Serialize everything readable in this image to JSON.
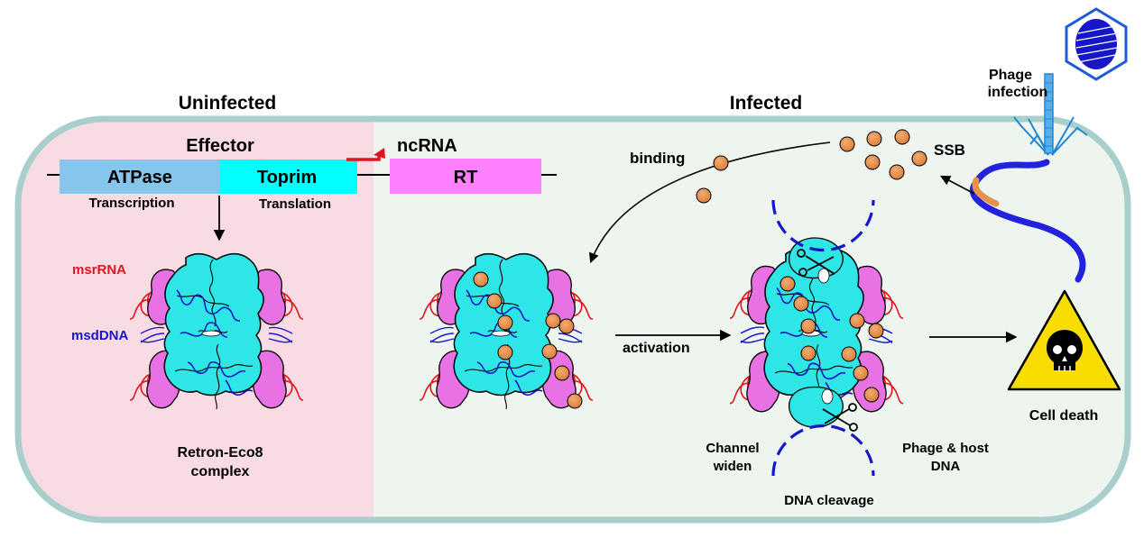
{
  "sections": {
    "uninfected": "Uninfected",
    "infected": "Infected"
  },
  "gene_map": {
    "effector": "Effector",
    "atpase": "ATPase",
    "toprim": "Toprim",
    "transcription": "Transcription",
    "translation": "Translation",
    "ncrna": "ncRNA",
    "rt": "RT"
  },
  "labels": {
    "msrrna": "msrRNA",
    "msddna": "msdDNA",
    "complex_line1": "Retron-Eco8",
    "complex_line2": "complex",
    "binding": "binding",
    "ssb": "SSB",
    "phage_line1": "Phage",
    "phage_line2": "infection",
    "activation": "activation",
    "channel_line1": "Channel",
    "channel_line2": "widen",
    "phagehost_line1": "Phage & host",
    "phagehost_line2": "DNA",
    "dna_cleavage": "DNA cleavage",
    "cell_death": "Cell death"
  },
  "colors": {
    "uninfected_bg": "#f9dbe3",
    "infected_bg": "#eef5ef",
    "cell_border": "#a9cfcc",
    "atpase": "#86c6ec",
    "toprim": "#00ffff",
    "rt": "#ff80ff",
    "complex": "#2ee6e6",
    "subunit": "#e872e4",
    "rna": "#e0141e",
    "dna": "#1717c9",
    "ssb": "#e8914c",
    "phage_dna": "#2222dd",
    "warning": "#f7dd00",
    "text_red": "#e0141e",
    "text_blue": "#1717c9"
  },
  "icons": [
    "phage-icon",
    "scissors-icon",
    "skull-warning-icon",
    "ssb-protein-icon"
  ]
}
